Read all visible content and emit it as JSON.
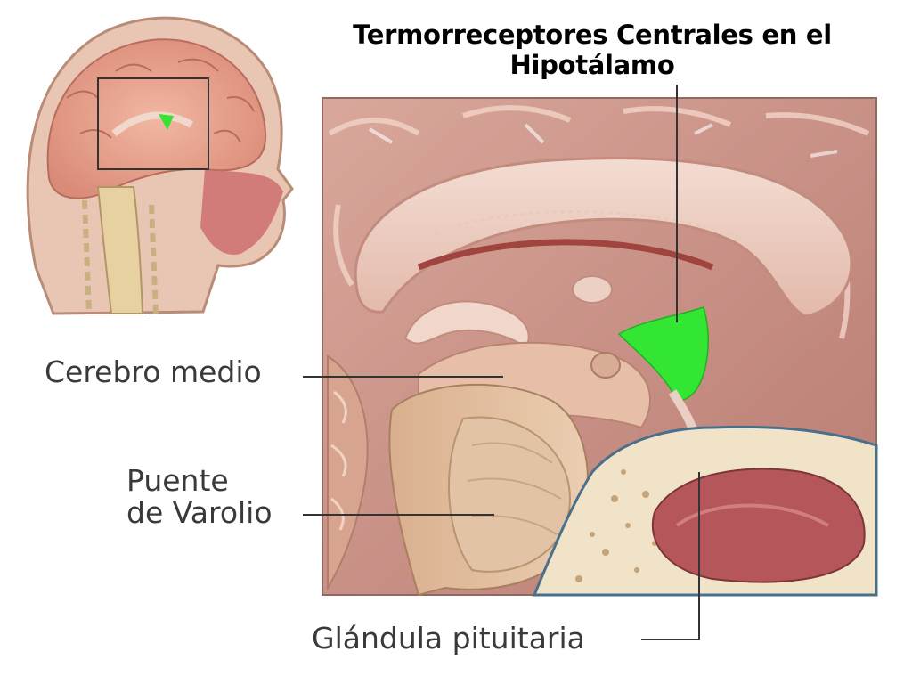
{
  "title": {
    "line1": "Termorreceptores Centrales en el",
    "line2": "Hipotálamo"
  },
  "labels": {
    "cerebro_medio": "Cerebro medio",
    "puente_line1": "Puente",
    "puente_line2": "de Varolio",
    "glandula": "Glándula pituitaria"
  },
  "colors": {
    "hypothalamus": "#33e633",
    "tissue": "#e6b2a3",
    "background_tissue": "#c98b80"
  }
}
